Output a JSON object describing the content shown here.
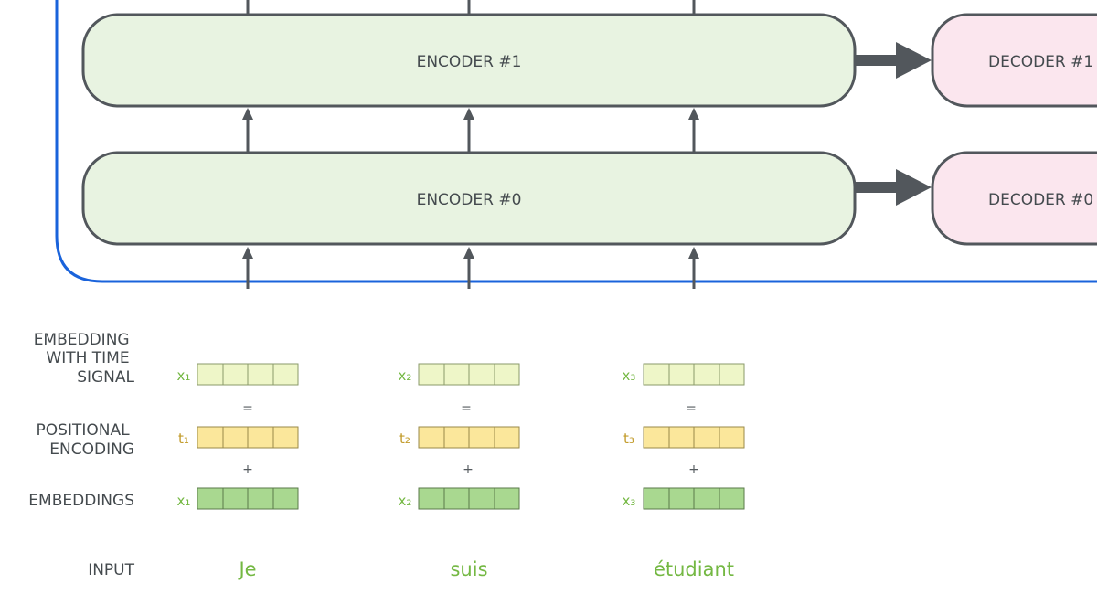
{
  "encoders": [
    {
      "label": "ENCODER #1"
    },
    {
      "label": "ENCODER #0"
    }
  ],
  "decoders": [
    {
      "label": "DECODER #1"
    },
    {
      "label": "DECODER #0"
    }
  ],
  "row_labels": {
    "embedding_with_time_signal": [
      "EMBEDDING",
      "WITH TIME",
      "SIGNAL"
    ],
    "positional_encoding": [
      "POSITIONAL",
      "ENCODING"
    ],
    "embeddings": "EMBEDDINGS",
    "input": "INPUT"
  },
  "operators": {
    "equals": "=",
    "plus": "+"
  },
  "columns": [
    {
      "signal_var": "x₁",
      "pos_var": "t₁",
      "emb_var": "x₁",
      "word": "Je"
    },
    {
      "signal_var": "x₂",
      "pos_var": "t₂",
      "emb_var": "x₂",
      "word": "suis"
    },
    {
      "signal_var": "x₃",
      "pos_var": "t₃",
      "emb_var": "x₃",
      "word": "étudiant"
    }
  ],
  "colors": {
    "encoder_fill": "#e8f3e1",
    "decoder_fill": "#fbe6ee",
    "box_stroke": "#52575c",
    "container_stroke": "#1a63db",
    "signal_cell": "#eef6c8",
    "positional_cell": "#fbe79b",
    "embedding_cell": "#a9d890",
    "x_var": "#74b843",
    "t_var": "#c29b2a"
  }
}
